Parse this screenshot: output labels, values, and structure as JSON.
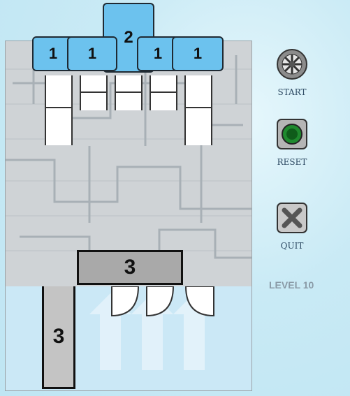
{
  "sidebar": {
    "start_label": "START",
    "reset_label": "RESET",
    "quit_label": "QUIT",
    "level_text": "LEVEL 10"
  },
  "pieces": {
    "top_block": "2",
    "caps": [
      "1",
      "1",
      "1",
      "1"
    ],
    "horizontal_block": "3",
    "vertical_block": "3"
  },
  "colors": {
    "cap_blue": "#6cc2ee",
    "board_gray": "#cfd3d6",
    "floor_blue": "#cbe8f6",
    "level_gray": "#8a9aa6"
  }
}
